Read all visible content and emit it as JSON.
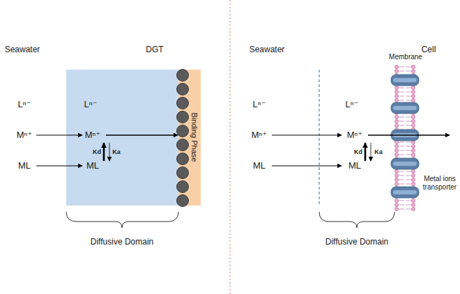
{
  "diagram": {
    "nodes": [
      {
        "text": [
          "Lⁿ⁻",
          "Mⁿ⁺",
          "ML",
          "Kd",
          "Ka"
        ]
      },
      {
        "text": [
          "Binding Phase"
        ]
      }
    ],
    "labels": [
      "Seawater",
      "DGT",
      "Lⁿ⁻",
      "Mⁿ⁺",
      "ML",
      "Diffusive Domain",
      "Seawater",
      "Cell",
      "Lⁿ⁻",
      "Mⁿ⁺",
      "ML",
      "Lⁿ⁻",
      "Mⁿ⁺",
      "ML",
      "Kd",
      "Ka",
      "Membrane",
      "Metal ions transporter",
      "Diffusive Domain"
    ]
  }
}
